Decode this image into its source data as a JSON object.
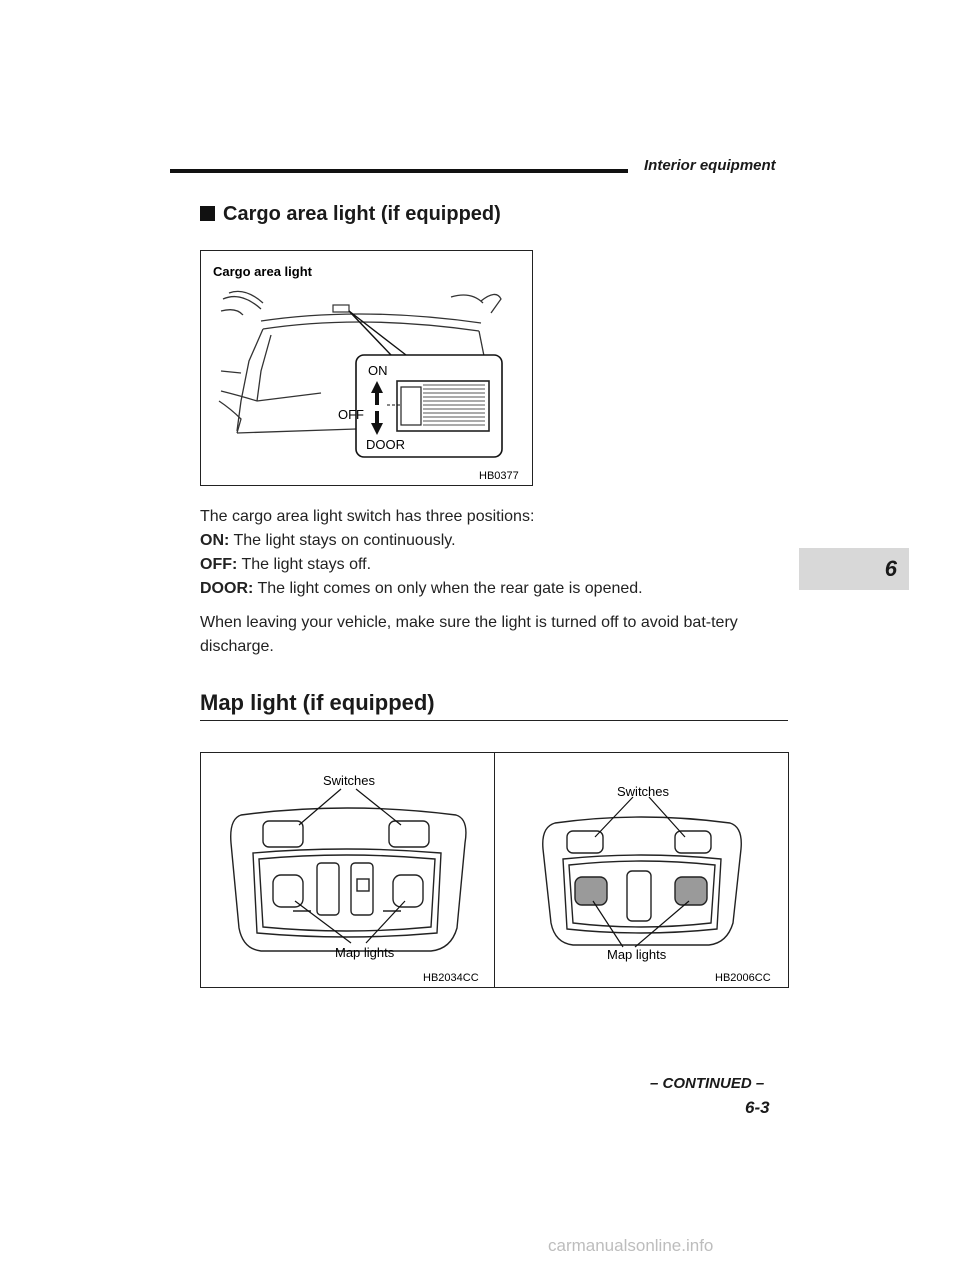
{
  "header": {
    "title": "Interior equipment"
  },
  "section": {
    "title": "Cargo area light (if equipped)"
  },
  "figure1": {
    "label": "Cargo area light",
    "on": "ON",
    "off": "OFF",
    "door": "DOOR",
    "code": "HB0377"
  },
  "text": {
    "intro": "The cargo area light switch has three positions:",
    "on_label": "ON:",
    "on_desc": " The light stays on continuously.",
    "off_label": "OFF:",
    "off_desc": " The light stays off.",
    "door_label": "DOOR:",
    "door_desc": " The light comes on only when the rear gate is opened.",
    "warning": "When leaving your vehicle, make sure the light is turned off to avoid bat-tery discharge."
  },
  "side_tab": {
    "chapter": "6"
  },
  "section2": {
    "title": "Map light (if equipped)"
  },
  "figure2": {
    "left": {
      "switches": "Switches",
      "map_lights": "Map lights",
      "code": "HB2034CC"
    },
    "right": {
      "switches": "Switches",
      "map_lights": "Map lights",
      "code": "HB2006CC"
    }
  },
  "footer": {
    "continued": "– CONTINUED –",
    "page": "6-3"
  },
  "watermark": "carmanualsonline.info"
}
